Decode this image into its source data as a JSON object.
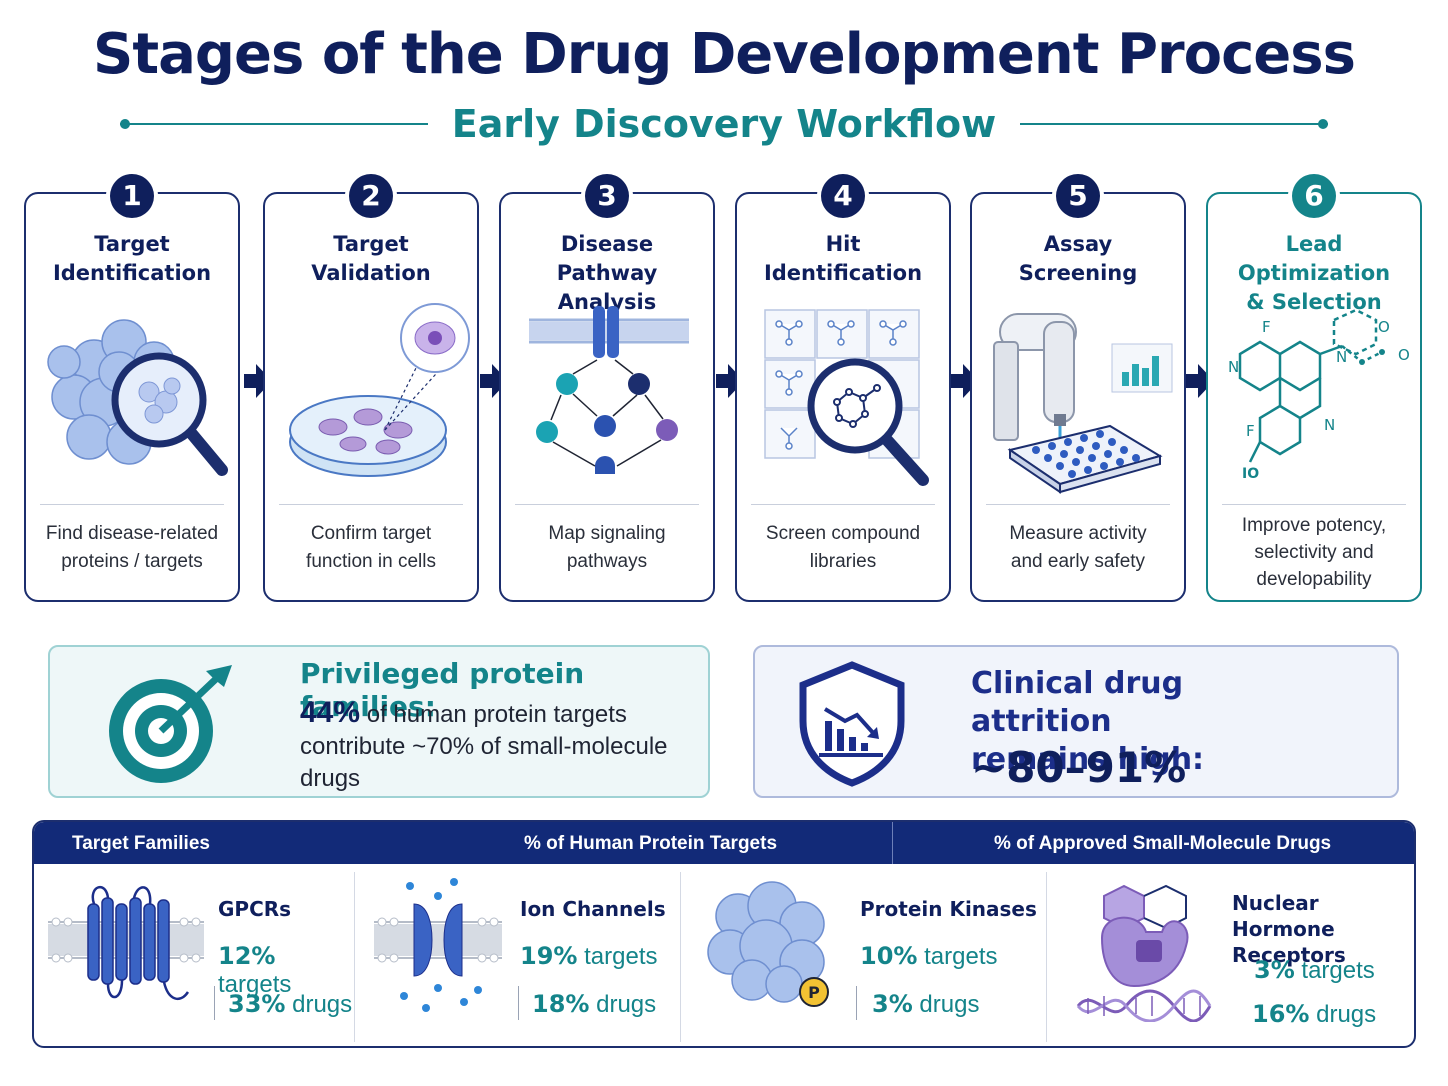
{
  "title": "Stages of the Drug Development Process",
  "subtitle": "Early Discovery Workflow",
  "stages": [
    {
      "num": "1",
      "title": "Target\nIdentification",
      "desc": "Find disease-related\nproteins / targets"
    },
    {
      "num": "2",
      "title": "Target\nValidation",
      "desc": "Confirm target\nfunction in cells"
    },
    {
      "num": "3",
      "title": "Disease Pathway\nAnalysis",
      "desc": "Map signaling\npathways"
    },
    {
      "num": "4",
      "title": "Hit\nIdentification",
      "desc": "Screen compound\nlibraries"
    },
    {
      "num": "5",
      "title": "Assay\nScreening",
      "desc": "Measure activity\nand early safety"
    },
    {
      "num": "6",
      "title": "Lead Optimization\n& Selection",
      "desc": "Improve potency,\nselectivity and\ndevelopability"
    }
  ],
  "privileged": {
    "heading": "Privileged protein families:",
    "pct": "44%",
    "text1": " of human protein targets contribute ~70% of small-molecule drugs"
  },
  "attrition": {
    "heading": "Clinical drug attrition\nremains high:",
    "value": "~80–91%"
  },
  "table": {
    "headers": [
      "Target Families",
      "% of Human Protein Targets",
      "% of Approved Small-Molecule Drugs"
    ],
    "families": [
      {
        "name": "GPCRs",
        "targets_pct": "12%",
        "targets_word": " targets",
        "drugs_pct": "33%",
        "drugs_word": " drugs"
      },
      {
        "name": "Ion Channels",
        "targets_pct": "19%",
        "targets_word": " targets",
        "drugs_pct": "18%",
        "drugs_word": " drugs"
      },
      {
        "name": "Protein Kinases",
        "targets_pct": "10%",
        "targets_word": " targets",
        "drugs_pct": "3%",
        "drugs_word": " drugs"
      },
      {
        "name": "Nuclear Hormone\nReceptors",
        "targets_pct": "3%",
        "targets_word": " targets",
        "drugs_pct": "16%",
        "drugs_word": " drugs"
      }
    ]
  },
  "labels": {
    "phospho": "P",
    "atom_f1": "F",
    "atom_f2": "F",
    "atom_n1": "N",
    "atom_n2": "N",
    "atom_n3": "N",
    "atom_o1": "O",
    "atom_o2": "O",
    "atom_ho": "IO"
  },
  "colors": {
    "navy": "#0f1f5c",
    "teal": "#14848a",
    "blue": "#3a63c4",
    "lightblue": "#a9c1ec",
    "purple": "#8a6cc8"
  }
}
